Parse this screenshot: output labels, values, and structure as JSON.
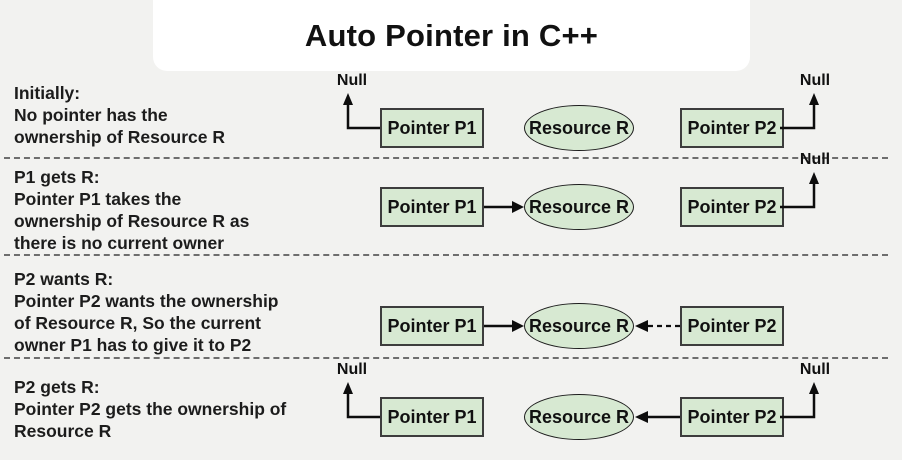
{
  "title": "Auto Pointer in C++",
  "shapes": {
    "pointer_p1": "Pointer P1",
    "pointer_p2": "Pointer P2",
    "resource": "Resource R",
    "null_label": "Null"
  },
  "rows": [
    {
      "heading": "Initially:",
      "lines": [
        "No pointer has the",
        "ownership of Resource R"
      ]
    },
    {
      "heading": "P1 gets R:",
      "lines": [
        "Pointer P1 takes the",
        "ownership of Resource R as",
        "there is no current owner"
      ]
    },
    {
      "heading": "P2 wants R:",
      "lines": [
        "Pointer P2 wants the ownership",
        "of Resource R, So the current",
        "owner P1 has to give it to P2"
      ]
    },
    {
      "heading": "P2 gets R:",
      "lines": [
        "Pointer P2 gets the ownership of",
        "Resource R"
      ]
    }
  ],
  "colors": {
    "background": "#f2f2f0",
    "title_box": "#ffffff",
    "shape_fill": "#d7e9d2",
    "shape_border": "#3d3d3d",
    "line": "#0d0d0d",
    "divider": "#6e6e6e",
    "text": "#1c1c1c"
  }
}
